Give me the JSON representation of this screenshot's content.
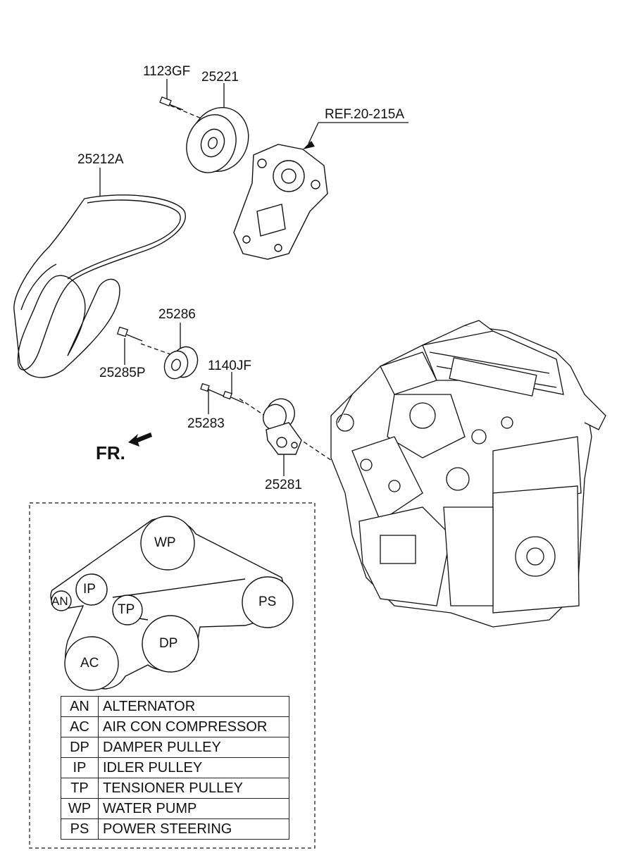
{
  "callouts": {
    "bolt_1123gf": "1123GF",
    "pulley_25221": "25221",
    "ref_water_pump": "REF.20-215A",
    "belt_25212a": "25212A",
    "idler_25286": "25286",
    "bolt_25285p": "25285P",
    "bolt_1140jf": "1140JF",
    "bolt_25283": "25283",
    "tensioner_25281": "25281"
  },
  "front_marker": "FR.",
  "belt_routing": {
    "pulleys": {
      "wp": "WP",
      "ip": "IP",
      "an": "AN",
      "tp": "TP",
      "ps": "PS",
      "dp": "DP",
      "ac": "AC"
    }
  },
  "legend": [
    {
      "code": "AN",
      "name": "ALTERNATOR"
    },
    {
      "code": "AC",
      "name": "AIR CON COMPRESSOR"
    },
    {
      "code": "DP",
      "name": "DAMPER PULLEY"
    },
    {
      "code": "IP",
      "name": "IDLER PULLEY"
    },
    {
      "code": "TP",
      "name": "TENSIONER PULLEY"
    },
    {
      "code": "WP",
      "name": "WATER PUMP"
    },
    {
      "code": "PS",
      "name": "POWER STEERING"
    }
  ]
}
